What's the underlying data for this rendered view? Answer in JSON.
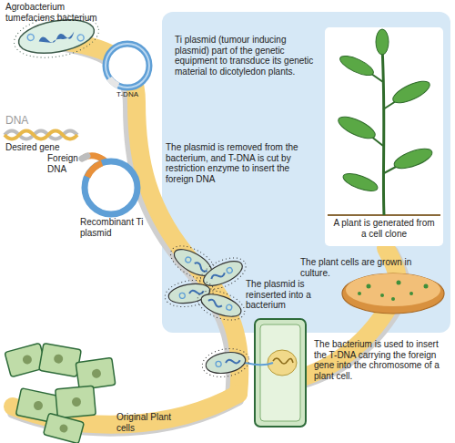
{
  "diagram": {
    "nodes": [
      {
        "text": [
          "A plant is generated from a cell clone"
        ]
      }
    ],
    "labels": [
      "Agrobacterium tumefaciens bacterium",
      "DNA",
      "Desired gene",
      "T-DNA",
      "Ti plasmid (tumour inducing plasmid) part of the genetic equipment to transduce its genetic material to dicotyledon plants.",
      "Foreign DNA",
      "The plasmid is removed from the bacterium, and T-DNA is cut by restriction enzyme to insert the foreign DNA",
      "Recombinant Ti plasmid",
      "The plasmid is reinserted into a bacterium",
      "The plant cells are grown in culture.",
      "The bacterium is used to insert the T-DNA carrying the foreign gene into the chromosome of a plant cell.",
      "Original Plant cells"
    ]
  }
}
